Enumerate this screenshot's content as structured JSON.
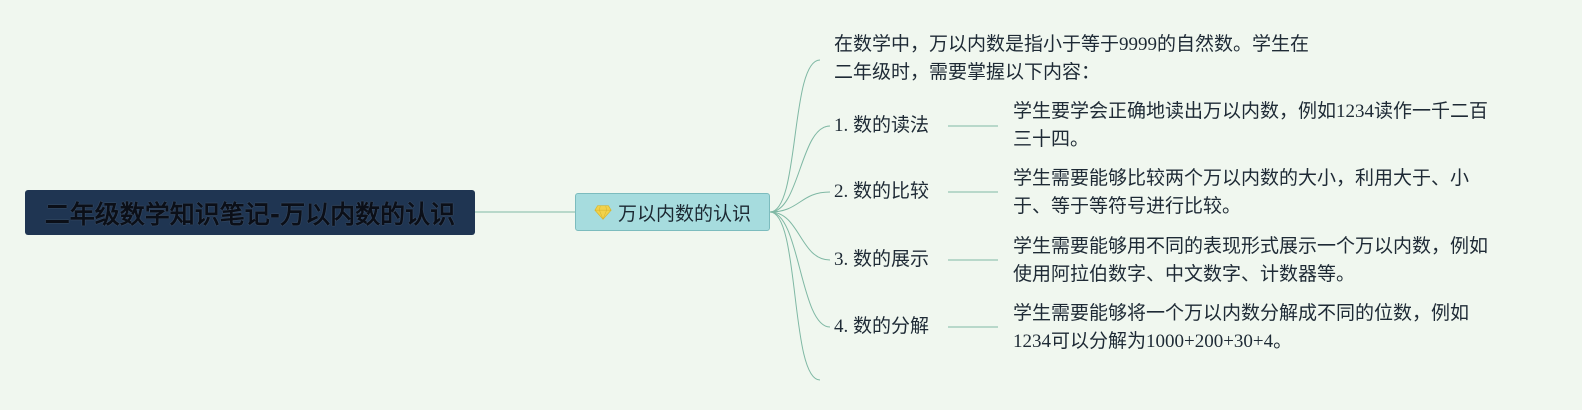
{
  "root": {
    "title": "二年级数学知识笔记-万以内数的认识"
  },
  "topic": {
    "label": "万以内数的认识",
    "icon": "diamond-icon"
  },
  "intro": {
    "line1": "在数学中，万以内数是指小于等于9999的自然数。学生在",
    "line2": "二年级时，需要掌握以下内容："
  },
  "items": [
    {
      "label": "1. 数的读法",
      "desc1": "学生要学会正确地读出万以内数，例如1234读作一千二百",
      "desc2": "三十四。"
    },
    {
      "label": "2. 数的比较",
      "desc1": "学生需要能够比较两个万以内数的大小，利用大于、小",
      "desc2": "于、等于等符号进行比较。"
    },
    {
      "label": "3. 数的展示",
      "desc1": "学生需要能够用不同的表现形式展示一个万以内数，例如",
      "desc2": "使用阿拉伯数字、中文数字、计数器等。"
    },
    {
      "label": "4. 数的分解",
      "desc1": "学生需要能够将一个万以内数分解成不同的位数，例如",
      "desc2": "1234可以分解为1000+200+30+4。"
    }
  ],
  "colors": {
    "background": "#f0f7ef",
    "root_fill": "#1f3552",
    "topic_fill": "#a6dcde",
    "connector": "#7fb8a4",
    "icon": "#f2d24b"
  }
}
